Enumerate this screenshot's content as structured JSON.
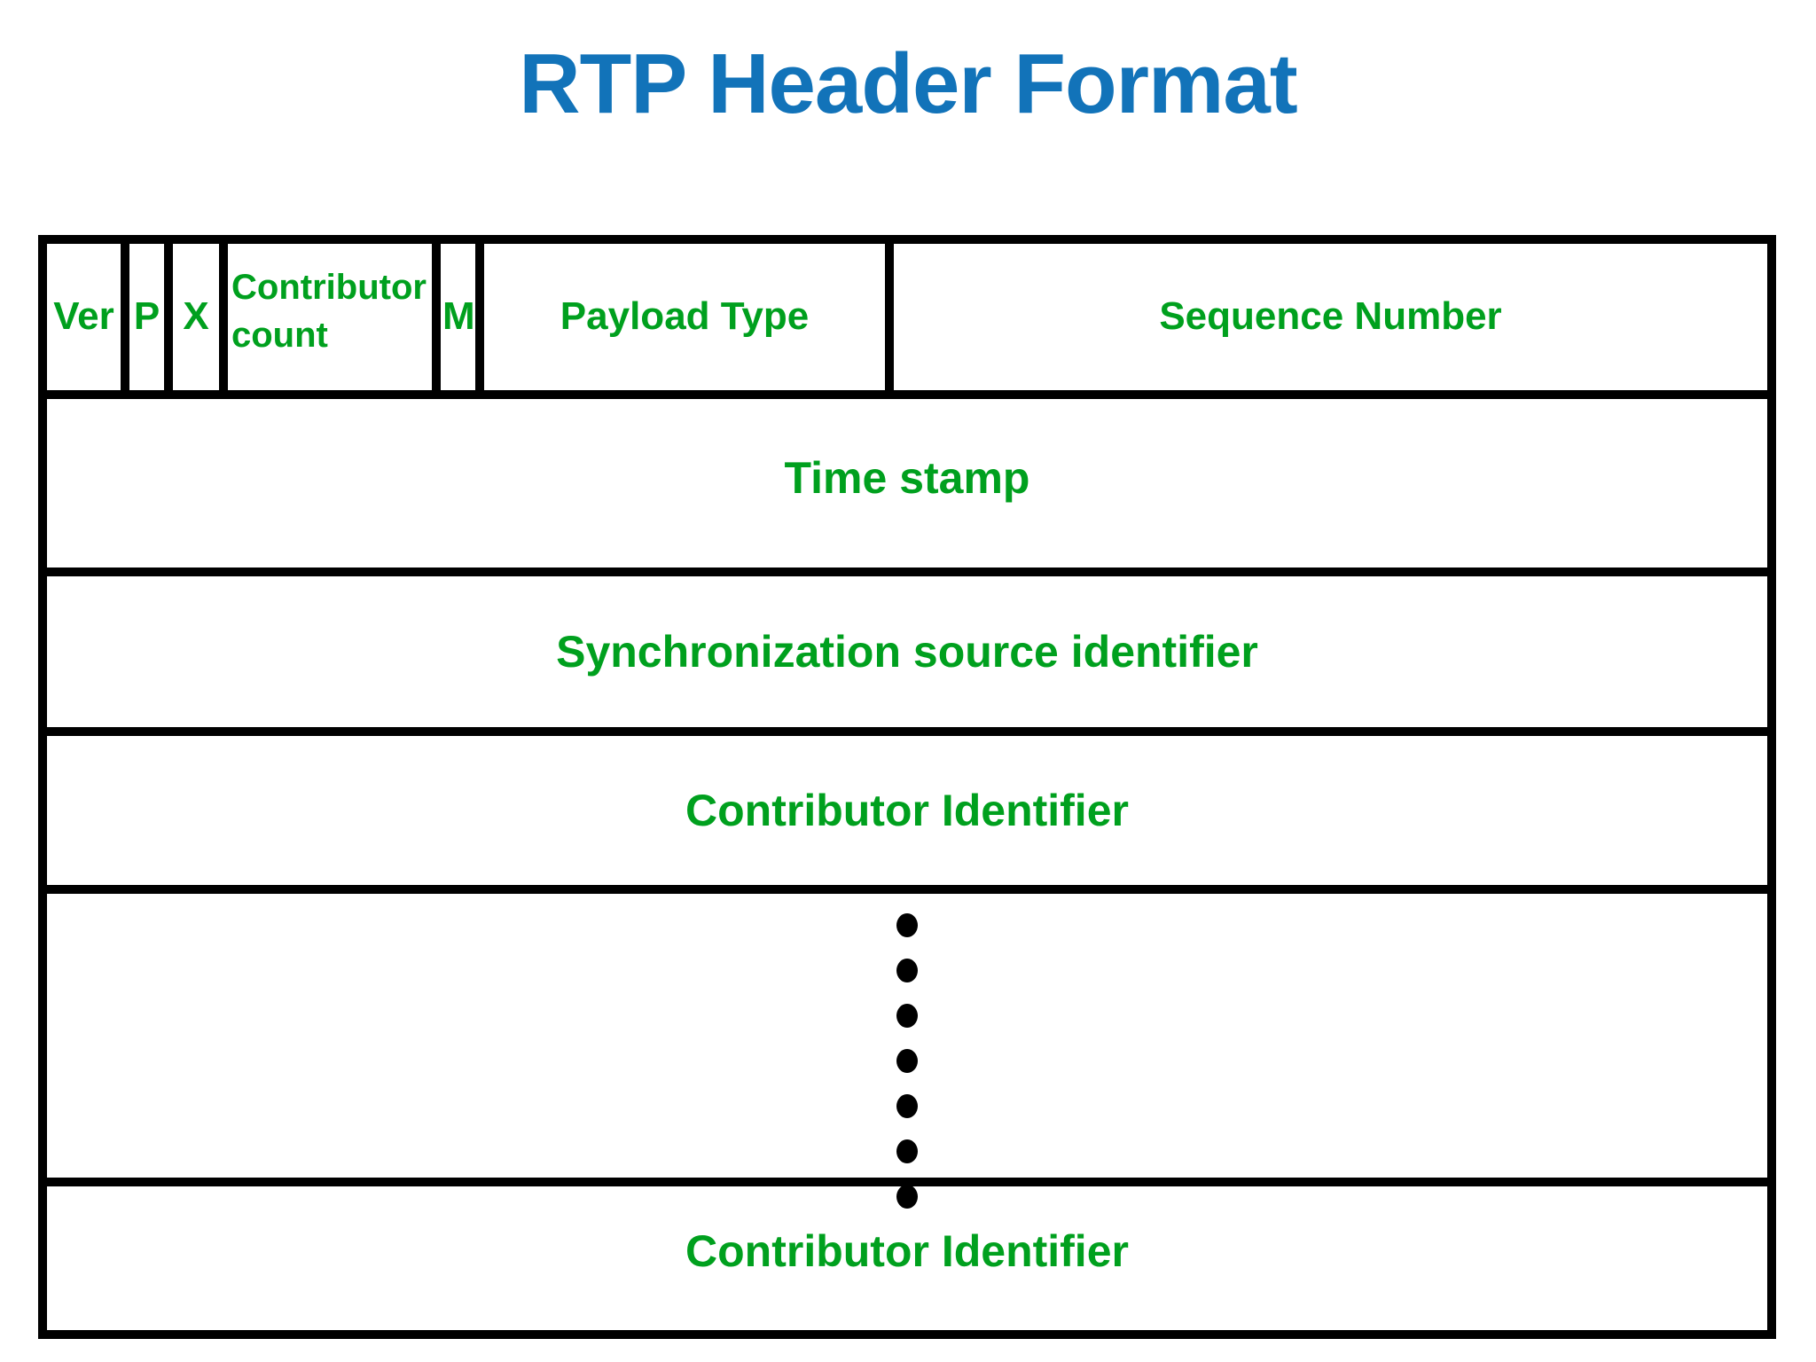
{
  "title": "RTP Header Format",
  "colors": {
    "title": "#1273b9",
    "label": "#00a01e",
    "border": "#000000",
    "background": "#ffffff"
  },
  "diagram": {
    "type": "packet-header-layout",
    "rows": [
      {
        "name": "bit-fields",
        "cells": [
          {
            "name": "version",
            "label": "Ver"
          },
          {
            "name": "padding",
            "label": "P"
          },
          {
            "name": "extension",
            "label": "X"
          },
          {
            "name": "contributor-count",
            "label": "Contributor count"
          },
          {
            "name": "marker",
            "label": "M"
          },
          {
            "name": "payload-type",
            "label": "Payload Type"
          },
          {
            "name": "sequence-number",
            "label": "Sequence Number"
          }
        ]
      },
      {
        "name": "timestamp",
        "label": "Time stamp"
      },
      {
        "name": "ssrc",
        "label": "Synchronization source identifier"
      },
      {
        "name": "csrc-first",
        "label": "Contributor Identifier"
      },
      {
        "name": "ellipsis",
        "label": "",
        "dots": 7
      },
      {
        "name": "csrc-last",
        "label": "Contributor Identifier"
      }
    ]
  }
}
